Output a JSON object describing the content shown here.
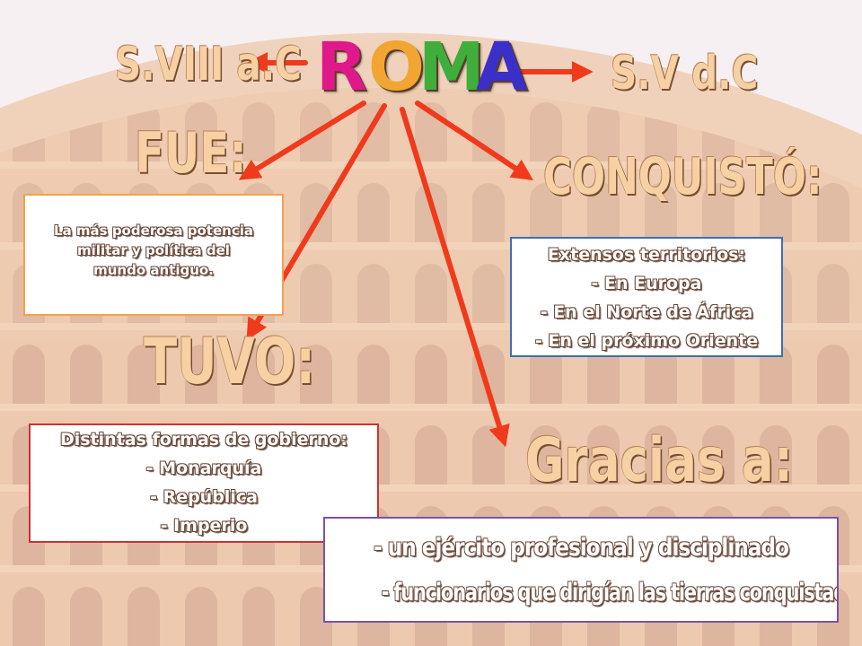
{
  "title": {
    "letters": [
      {
        "char": "R",
        "color": "#e0198a"
      },
      {
        "char": "O",
        "color": "#f2a531"
      },
      {
        "char": "M",
        "color": "#3fae3a"
      },
      {
        "char": "A",
        "color": "#3a2fc8"
      }
    ]
  },
  "dates": {
    "left": "S.VIII a.C",
    "right": "S.V d.C"
  },
  "headings": {
    "fue": "FUE:",
    "conquisto": "CONQUISTÓ:",
    "tuvo": "TUVO:",
    "gracias": "Gracias a:"
  },
  "boxes": {
    "fue": {
      "lines": [
        "La más poderosa potencia",
        "militar y política del",
        "mundo antiguo."
      ],
      "border": "#f5a04a"
    },
    "conquisto": {
      "lines": [
        "Extensos territorios:",
        "- En Europa",
        "- En el Norte de África",
        "- En el próximo Oriente"
      ],
      "border": "#3a6fb8"
    },
    "tuvo": {
      "lines": [
        "Distintas formas de gobierno:",
        "- Monarquía",
        "- República",
        "- Imperio"
      ],
      "border": "#cc3333"
    },
    "gracias": {
      "lines": [
        "- un ejército profesional y disciplinado",
        "- funcionarios que dirigían las tierras conquistadas"
      ],
      "border": "#7a52a8"
    }
  },
  "colors": {
    "arrow": "#f03a1c",
    "heading": "#f7d0a4"
  }
}
